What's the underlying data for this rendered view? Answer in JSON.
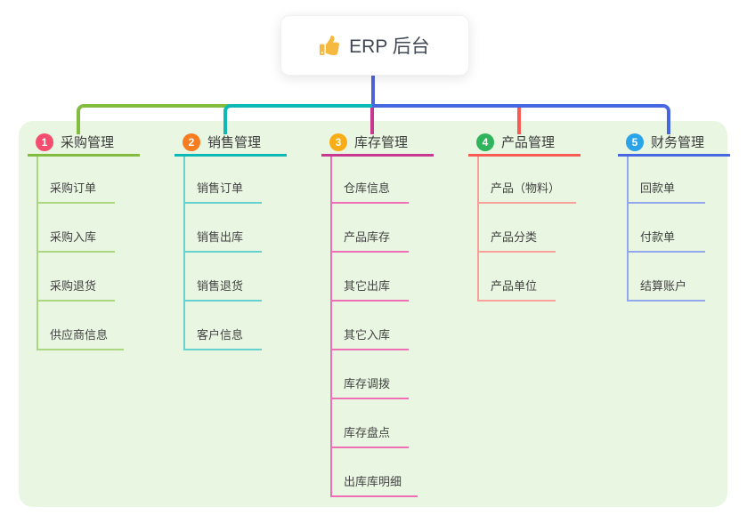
{
  "root": {
    "icon": "thumbs-up-icon",
    "title": "ERP 后台",
    "connector_color": "#4f63d4"
  },
  "canvas": {
    "background": "#e9f6e2"
  },
  "branches": [
    {
      "id": "purchase",
      "badge": "1",
      "label": "采购管理",
      "badge_color": "#f44d6d",
      "line_color": "#82bd40",
      "child_line_color": "#abd782",
      "children": [
        "采购订单",
        "采购入库",
        "采购退货",
        "供应商信息"
      ]
    },
    {
      "id": "sales",
      "badge": "2",
      "label": "销售管理",
      "badge_color": "#f67c22",
      "line_color": "#0cb9b4",
      "child_line_color": "#66d2cf",
      "children": [
        "销售订单",
        "销售出库",
        "销售退货",
        "客户信息"
      ]
    },
    {
      "id": "inventory",
      "badge": "3",
      "label": "库存管理",
      "badge_color": "#f8ad17",
      "line_color": "#c93890",
      "child_line_color": "#ee6fb4",
      "children": [
        "仓库信息",
        "产品库存",
        "其它出库",
        "其它入库",
        "库存调拨",
        "库存盘点",
        "出库库明细"
      ]
    },
    {
      "id": "product",
      "badge": "4",
      "label": "产品管理",
      "badge_color": "#2fb45c",
      "line_color": "#f85a54",
      "child_line_color": "#faa09b",
      "children": [
        "产品（物料）",
        "产品分类",
        "产品单位"
      ]
    },
    {
      "id": "finance",
      "badge": "5",
      "label": "财务管理",
      "badge_color": "#2aa3e8",
      "line_color": "#4766e2",
      "child_line_color": "#92a7ec",
      "children": [
        "回款单",
        "付款单",
        "结算账户"
      ]
    }
  ]
}
